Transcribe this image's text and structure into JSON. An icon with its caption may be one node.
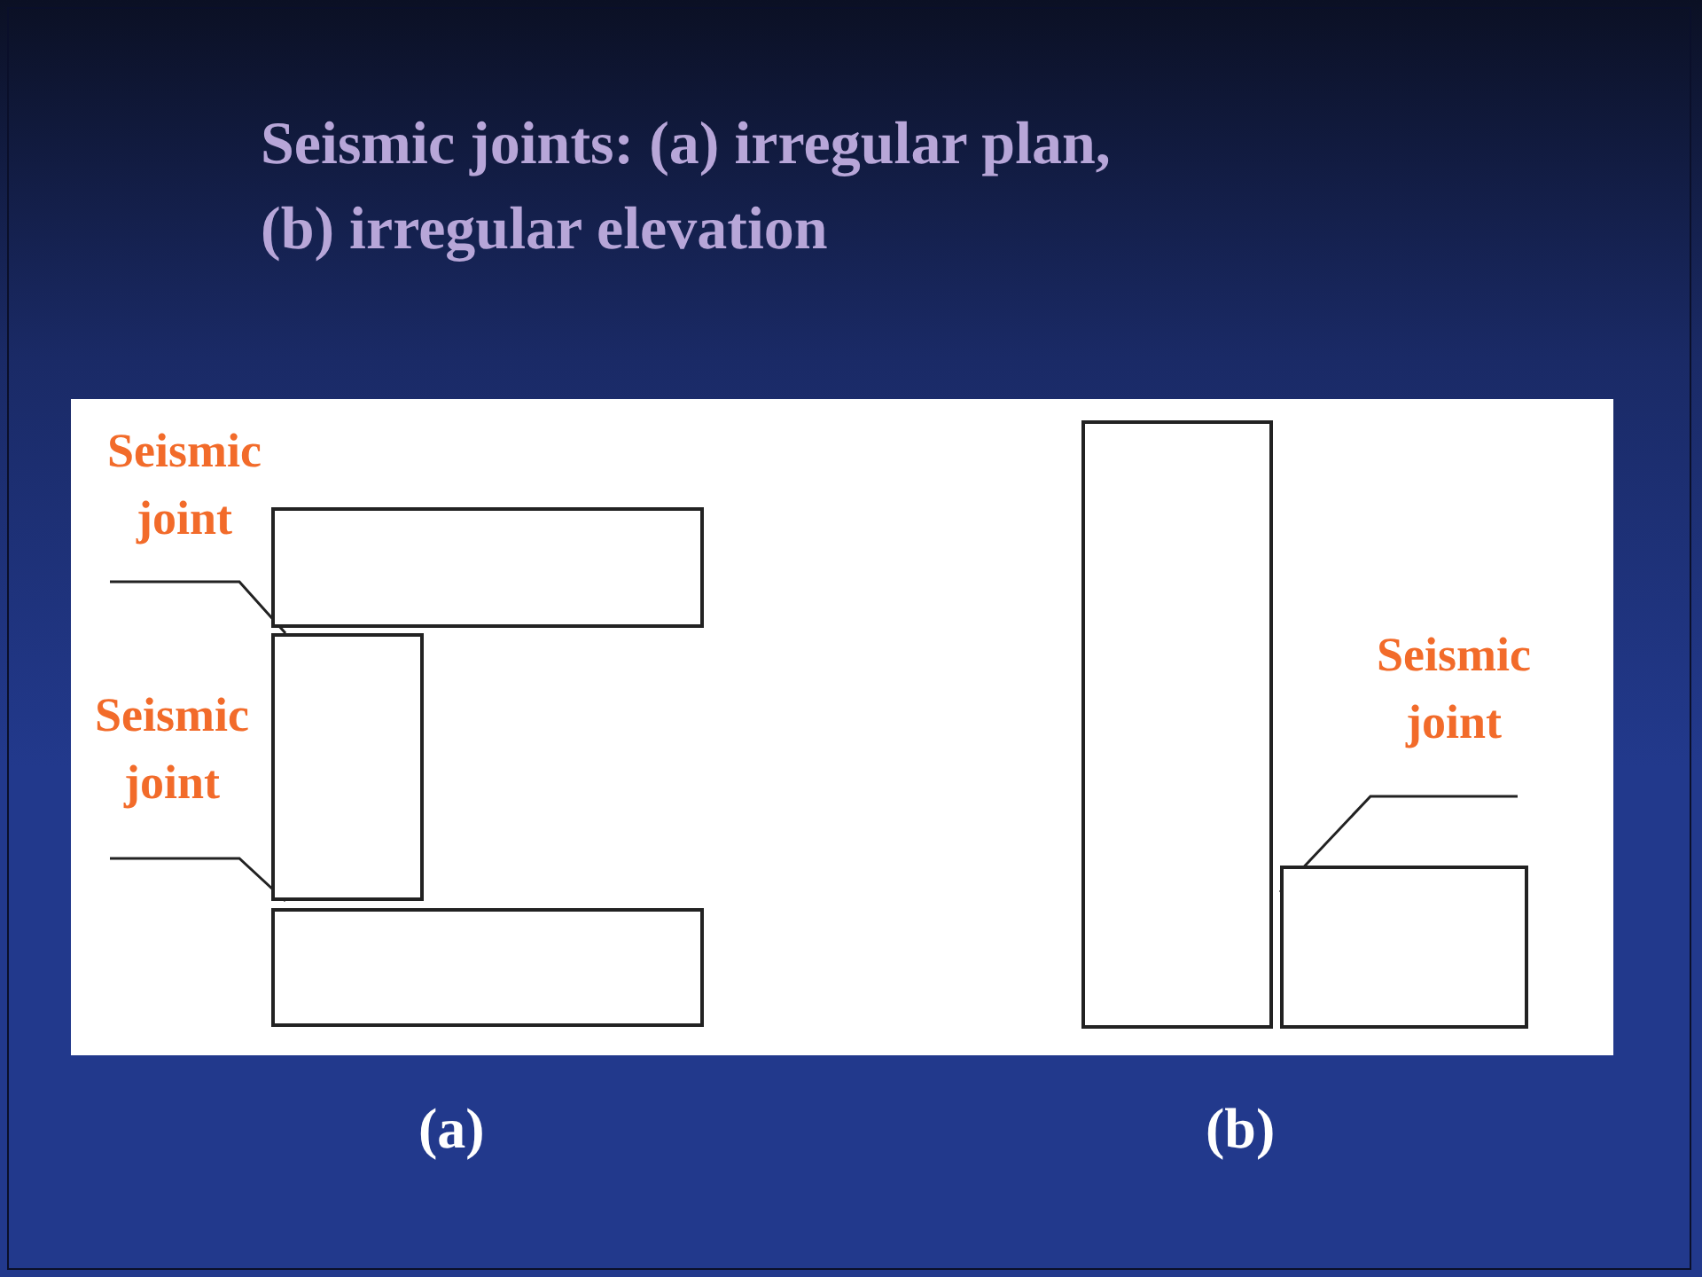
{
  "diagram": {
    "title": "Seismic joints: (a) irregular plan, (b) irregular elevation",
    "nodes": [
      {
        "text": [
          "Seismic joint"
        ]
      },
      {
        "text": [
          "Seismic joint"
        ]
      },
      {
        "text": [
          "Seismic joint"
        ]
      },
      {
        "text": [],
        "shape": "box"
      },
      {
        "text": [],
        "shape": "box"
      },
      {
        "text": [],
        "shape": "box"
      },
      {
        "text": [],
        "shape": "box"
      },
      {
        "text": [],
        "shape": "box"
      }
    ],
    "edges": [
      {
        "from": 0,
        "to": 4,
        "arrow": "none"
      },
      {
        "from": 1,
        "to": 4,
        "arrow": "none"
      },
      {
        "from": 2,
        "to": 7,
        "arrow": "none"
      }
    ],
    "labels": [
      "(a)",
      "(b)"
    ]
  }
}
